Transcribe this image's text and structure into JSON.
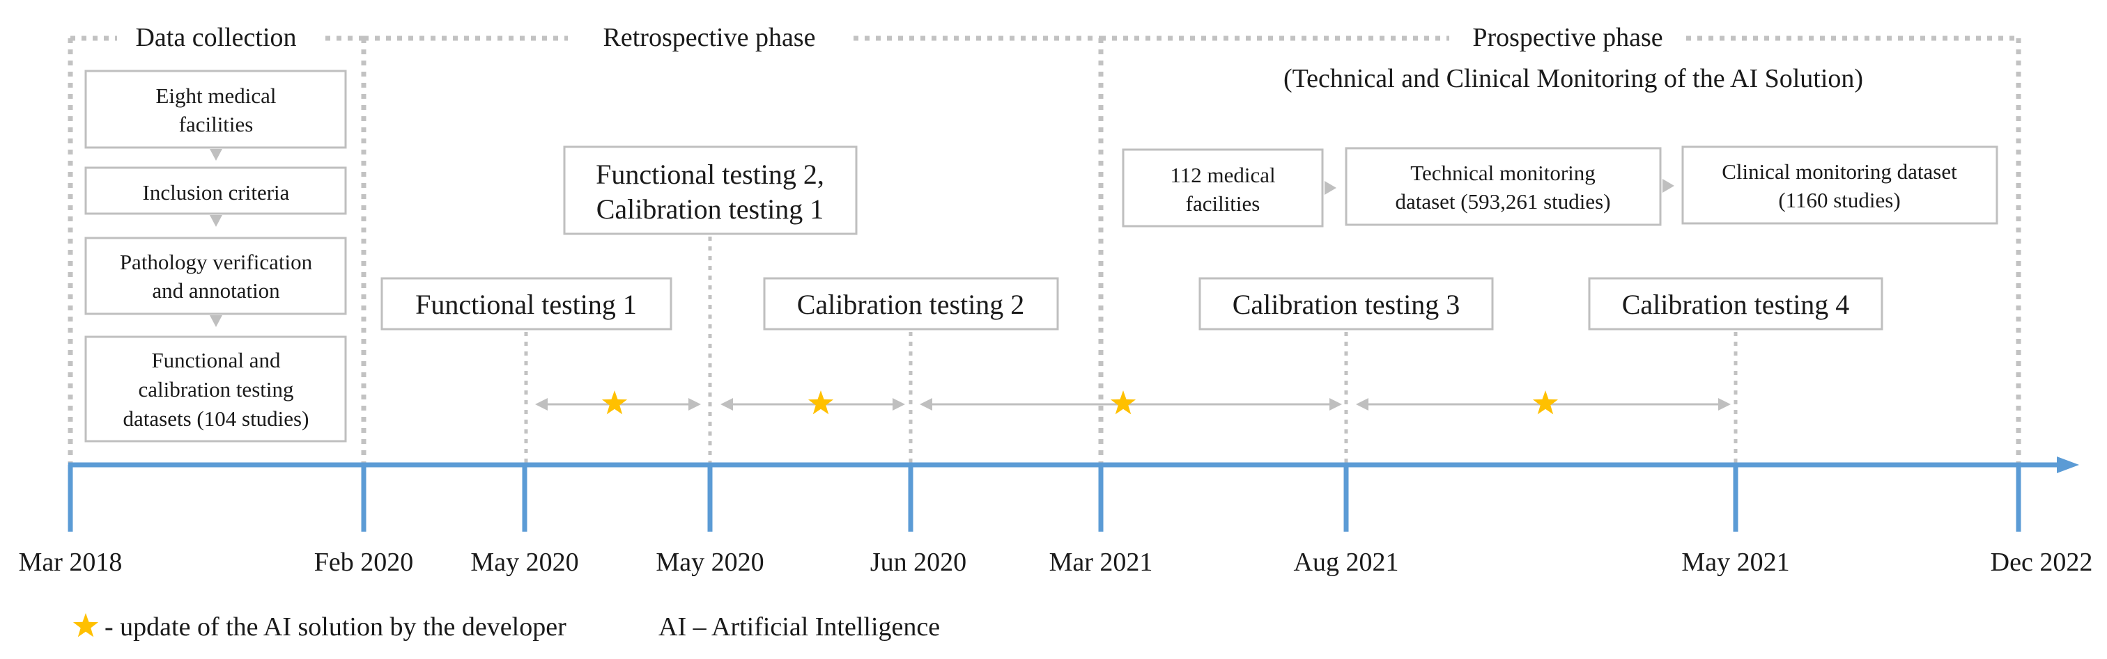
{
  "phases": {
    "data_collection": "Data collection",
    "retrospective": "Retrospective phase",
    "prospective": "Prospective phase",
    "prospective_subtitle": "(Technical and Clinical Monitoring of the AI Solution)"
  },
  "data_collection_steps": [
    [
      "Eight medical",
      "facilities"
    ],
    [
      "Inclusion criteria"
    ],
    [
      "Pathology verification",
      "and annotation"
    ],
    [
      "Functional and",
      "calibration testing",
      "datasets (104 studies)"
    ]
  ],
  "testing_boxes": {
    "functional_1": [
      "Functional testing 1"
    ],
    "functional_2_calibration_1": [
      "Functional testing 2,",
      "Calibration testing 1"
    ],
    "calibration_2": [
      "Calibration testing 2"
    ],
    "calibration_3": [
      "Calibration testing 3"
    ],
    "calibration_4": [
      "Calibration testing 4"
    ]
  },
  "monitoring_flow": [
    [
      "112 medical",
      "facilities"
    ],
    [
      "Technical monitoring",
      "dataset (593,261 studies)"
    ],
    [
      "Clinical monitoring dataset",
      "(1160 studies)"
    ]
  ],
  "timeline_dates": [
    "Mar 2018",
    "Feb 2020",
    "May 2020",
    "May 2020",
    "Jun 2020",
    "Mar 2021",
    "Aug 2021",
    "May 2021",
    "Dec 2022"
  ],
  "legend": {
    "star_text": "- update of the AI solution by the developer",
    "abbreviation": "AI – Artificial Intelligence"
  },
  "colors": {
    "timeline": "#5b9bd5",
    "star": "#ffc000",
    "box_border": "#bfbfbf",
    "dotted": "#c2c2c2"
  },
  "icons": {
    "update_marker": "star-icon"
  }
}
